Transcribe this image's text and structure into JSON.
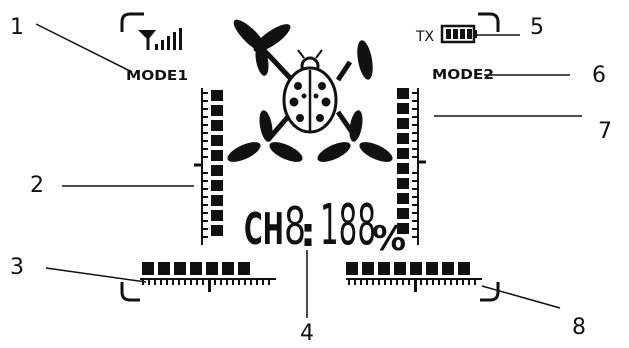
{
  "colors": {
    "ink": "#111111",
    "background": "#ffffff"
  },
  "lcd": {
    "mode_left": "MODE1",
    "mode_right": "MODE2",
    "tx_label": "TX",
    "channel_prefix": "CH",
    "channel_digit": "8",
    "colon": ":",
    "readout_digits": "188",
    "percent_sign": "%",
    "signal_icon": "signal-strength-icon",
    "battery_icon": "battery-icon",
    "drone_icon": "quadcopter-ladybug-icon"
  },
  "callouts": [
    {
      "number": "1"
    },
    {
      "number": "2"
    },
    {
      "number": "3"
    },
    {
      "number": "4"
    },
    {
      "number": "5"
    },
    {
      "number": "6"
    },
    {
      "number": "7"
    },
    {
      "number": "8"
    }
  ]
}
